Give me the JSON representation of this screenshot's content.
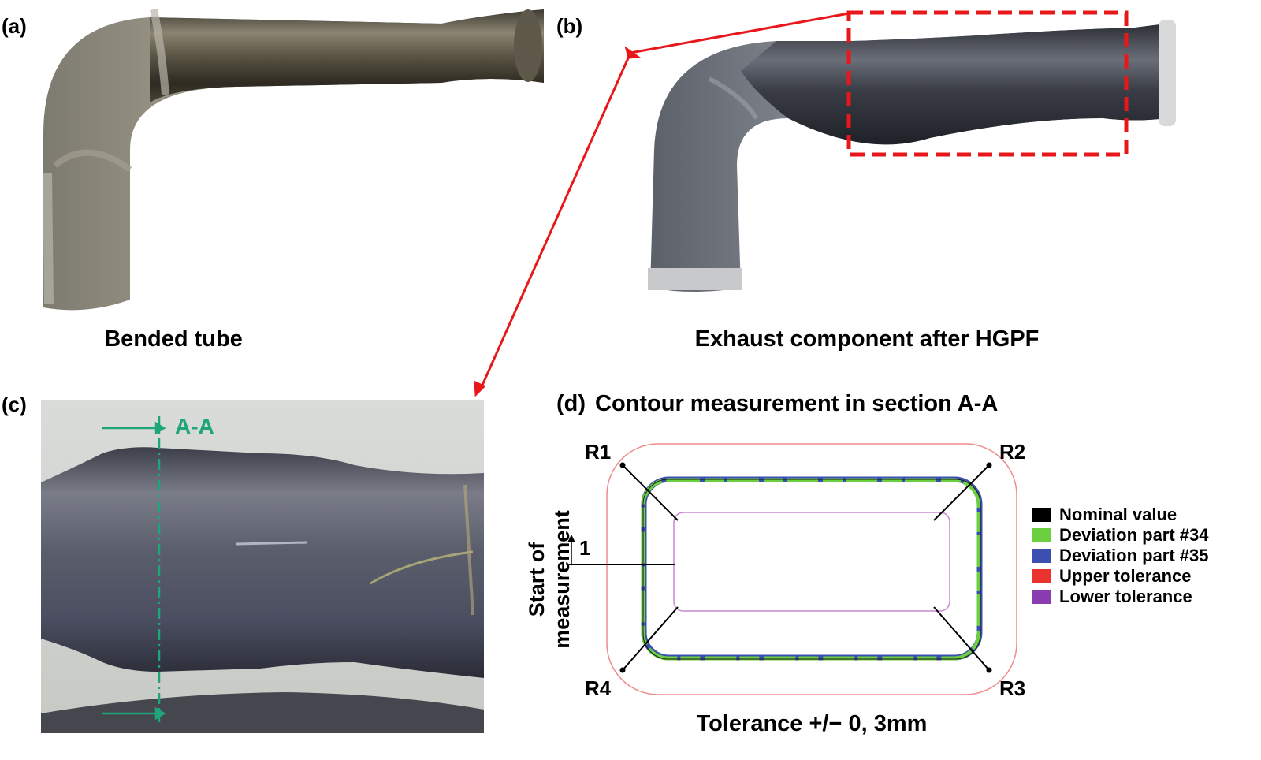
{
  "panels": {
    "a": {
      "label": "(a)",
      "caption": "Bended tube"
    },
    "b": {
      "label": "(b)",
      "caption": "Exhaust component after HGPF"
    },
    "c": {
      "label": "(c)",
      "section_marker": "A-A"
    },
    "d": {
      "label": "(d)",
      "title": "Contour measurement in section A-A",
      "corner_labels": [
        "R1",
        "R2",
        "R3",
        "R4"
      ],
      "start_label_line1": "Start of",
      "start_label_line2": "measurement",
      "start_marker": "1",
      "tolerance_caption": "Tolerance +/− 0, 3mm",
      "legend": [
        {
          "label": "Nominal value",
          "color": "#000000"
        },
        {
          "label": "Deviation part #34",
          "color": "#6ccf3f"
        },
        {
          "label": "Deviation part #35",
          "color": "#3b4fb0"
        },
        {
          "label": "Upper tolerance",
          "color": "#e8332f"
        },
        {
          "label": "Lower tolerance",
          "color": "#8a3db0"
        }
      ]
    }
  },
  "colors": {
    "arrow": "#e8181a",
    "section_line": "#1fa57a",
    "highlight_box": "#e8181a"
  }
}
